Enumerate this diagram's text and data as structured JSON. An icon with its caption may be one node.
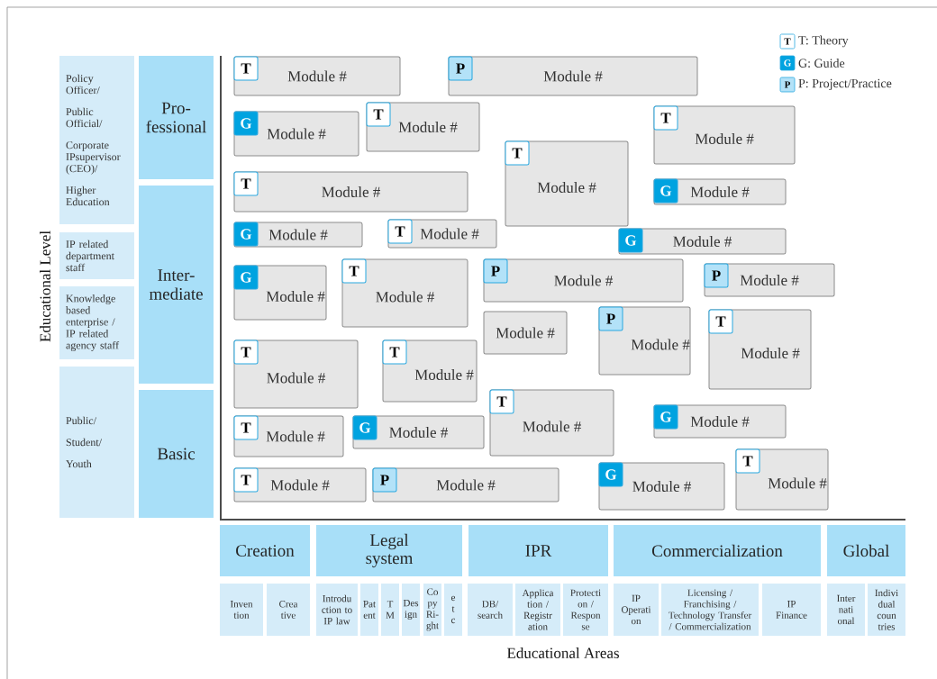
{
  "diagram": {
    "nodes": [
      {
        "text": [
          "Policy Officer/",
          "Public Official/",
          "Corporate IPsupervisor (CEO)/",
          "Higher Education"
        ]
      },
      {
        "text": [
          "IP related department staff"
        ]
      },
      {
        "text": [
          "Knowledge based enterprise / IP related agency staff"
        ]
      },
      {
        "text": [
          "Public/",
          "Student/",
          "Youth"
        ]
      },
      {
        "text": [
          "Pro- fessional"
        ]
      },
      {
        "text": [
          "Inter- mediate"
        ]
      },
      {
        "text": [
          "Basic"
        ]
      },
      {
        "text": [
          "Module #"
        ]
      },
      {
        "text": [
          "T"
        ],
        "in": 7
      },
      {
        "text": [
          "Module #"
        ]
      },
      {
        "text": [
          "P"
        ],
        "in": 9
      },
      {
        "text": [
          "Module #"
        ]
      },
      {
        "text": [
          "G"
        ],
        "in": 11
      },
      {
        "text": [
          "Module #"
        ]
      },
      {
        "text": [
          "T"
        ],
        "in": 13
      },
      {
        "text": [
          "Module #"
        ]
      },
      {
        "text": [
          "T"
        ],
        "in": 15
      },
      {
        "text": [
          "Module #"
        ]
      },
      {
        "text": [
          "T"
        ],
        "in": 17
      },
      {
        "text": [
          "Module #"
        ]
      },
      {
        "text": [
          "T"
        ],
        "in": 19
      },
      {
        "text": [
          "Module #"
        ]
      },
      {
        "text": [
          "G"
        ],
        "in": 21
      },
      {
        "text": [
          "Module #"
        ]
      },
      {
        "text": [
          "G"
        ],
        "in": 23
      },
      {
        "text": [
          "Module #"
        ]
      },
      {
        "text": [
          "T"
        ],
        "in": 25
      },
      {
        "text": [
          "Module #"
        ]
      },
      {
        "text": [
          "G"
        ],
        "in": 27
      },
      {
        "text": [
          "Module #"
        ]
      },
      {
        "text": [
          "G"
        ],
        "in": 29
      },
      {
        "text": [
          "Module #"
        ]
      },
      {
        "text": [
          "T"
        ],
        "in": 31
      },
      {
        "text": [
          "Module #"
        ]
      },
      {
        "text": [
          "P"
        ],
        "in": 33
      },
      {
        "text": [
          "Module #"
        ]
      },
      {
        "text": [
          "P"
        ],
        "in": 35
      },
      {
        "text": [
          "Module #"
        ]
      },
      {
        "text": [
          "Module #"
        ]
      },
      {
        "text": [
          "P"
        ],
        "in": 38
      },
      {
        "text": [
          "Module #"
        ]
      },
      {
        "text": [
          "T"
        ],
        "in": 40
      },
      {
        "text": [
          "Module #"
        ]
      },
      {
        "text": [
          "T"
        ],
        "in": 42
      },
      {
        "text": [
          "Module #"
        ]
      },
      {
        "text": [
          "T"
        ],
        "in": 44
      },
      {
        "text": [
          "Module #"
        ]
      },
      {
        "text": [
          "T"
        ],
        "in": 46
      },
      {
        "text": [
          "Module #"
        ]
      },
      {
        "text": [
          "G"
        ],
        "in": 48
      },
      {
        "text": [
          "Module #"
        ]
      },
      {
        "text": [
          "T"
        ],
        "in": 50
      },
      {
        "text": [
          "Module #"
        ]
      },
      {
        "text": [
          "G"
        ],
        "in": 52
      },
      {
        "text": [
          "Module #"
        ]
      },
      {
        "text": [
          "T"
        ],
        "in": 54
      },
      {
        "text": [
          "Module #"
        ]
      },
      {
        "text": [
          "P"
        ],
        "in": 56
      },
      {
        "text": [
          "Module #"
        ]
      },
      {
        "text": [
          "G"
        ],
        "in": 58
      },
      {
        "text": [
          "Module #"
        ]
      },
      {
        "text": [
          "T"
        ],
        "in": 60
      },
      {
        "text": [
          "Creation"
        ]
      },
      {
        "text": [
          "Legal system"
        ]
      },
      {
        "text": [
          "IPR"
        ]
      },
      {
        "text": [
          "Commercialization"
        ]
      },
      {
        "text": [
          "Global"
        ]
      },
      {
        "text": [
          "Inven tion"
        ]
      },
      {
        "text": [
          "Crea tive"
        ]
      },
      {
        "text": [
          "Introdu ction to IP law"
        ]
      },
      {
        "text": [
          "Pat ent"
        ]
      },
      {
        "text": [
          "T M"
        ]
      },
      {
        "text": [
          "Des ign"
        ]
      },
      {
        "text": [
          "Co py Ri- ght"
        ]
      },
      {
        "text": [
          "e t c"
        ]
      },
      {
        "text": [
          "DB/ search"
        ]
      },
      {
        "text": [
          "Applica tion / Registr ation"
        ]
      },
      {
        "text": [
          "Protecti on / Respon se"
        ]
      },
      {
        "text": [
          "IP Operati on"
        ]
      },
      {
        "text": [
          "Licensing / Franchising / Technology Transfer / Commercialization"
        ]
      },
      {
        "text": [
          "IP Finance"
        ]
      },
      {
        "text": [
          "Inter nati onal"
        ]
      },
      {
        "text": [
          "Indivi dual coun tries"
        ]
      }
    ],
    "labels": [
      "Educational Level",
      "Educational Areas",
      "T",
      "G",
      "P"
    ],
    "legend": [
      {
        "text": "T: Theory"
      },
      {
        "text": "G: Guide",
        "color": "#00a3e0"
      },
      {
        "text": "P: Project/Practice",
        "color": "#b3e2f8"
      }
    ]
  }
}
